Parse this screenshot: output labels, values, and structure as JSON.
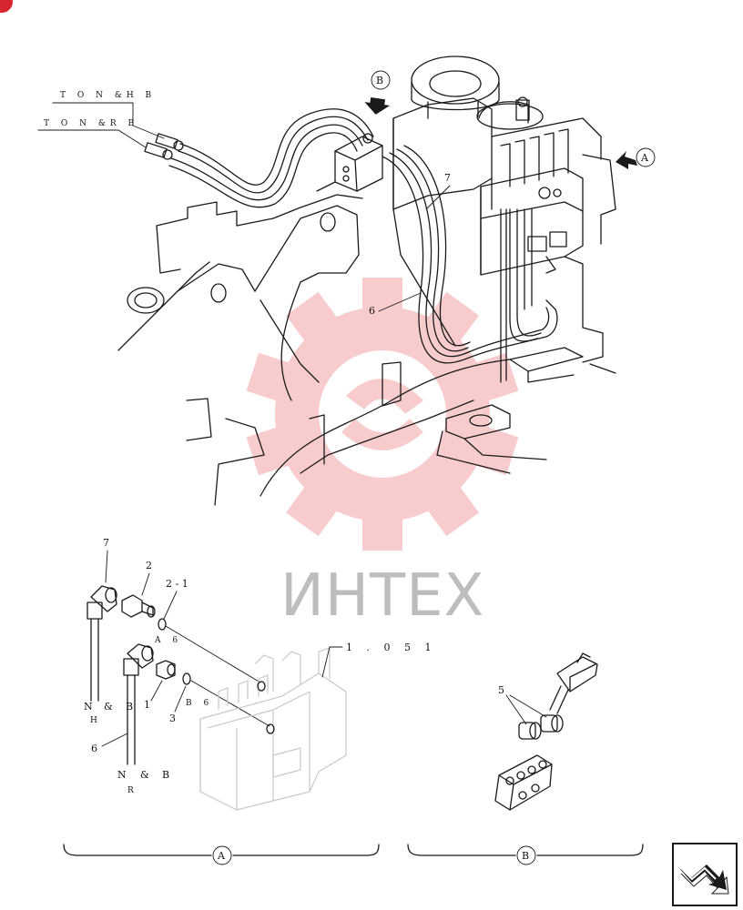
{
  "colors": {
    "line": "#1a1a1a",
    "watermark_gear": "#f3a3a6",
    "watermark_text": "#bdbdbd",
    "corner_mark": "#d6262f"
  },
  "watermark": {
    "text": "ИНТЕХ"
  },
  "top_left_labels": {
    "line1": "T O  N  &H  B",
    "line2": "T O  N  &R  B"
  },
  "views": {
    "a": "A",
    "b": "B"
  },
  "callouts": {
    "upper_seven": "7",
    "upper_six": "6",
    "detail_seven": "7",
    "detail_two": "2",
    "detail_two_one": "2 - 1",
    "a6": "A 6",
    "valve_ref": "1 . 0 5 1",
    "detail_one": "1",
    "b6": "B 6",
    "detail_three": "3",
    "detail_six": "6",
    "nh_n": "N",
    "nh_amp": "&",
    "nh_b": "B",
    "nh_h": "H",
    "nr_n": "N",
    "nr_amp": "&",
    "nr_b": "B",
    "nr_r": "R",
    "detail_five": "5"
  },
  "navigation": {
    "icon": "next-page-arrow-icon"
  }
}
